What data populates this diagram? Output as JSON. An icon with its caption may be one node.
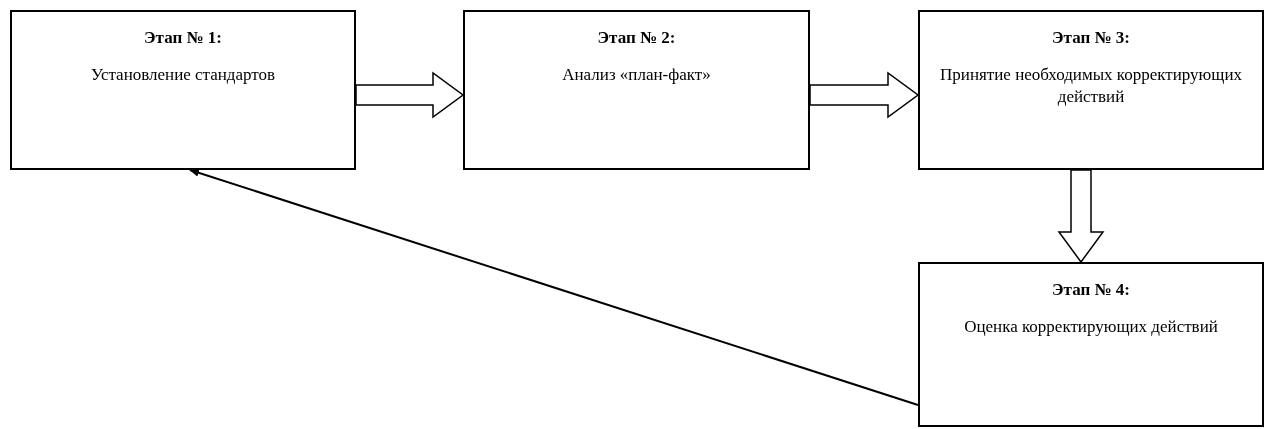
{
  "diagram": {
    "nodes": [
      {
        "text": [
          "Этап № 1:",
          "Установление стандартов"
        ]
      },
      {
        "text": [
          "Этап № 2:",
          "Анализ «план-факт»"
        ]
      },
      {
        "text": [
          "Этап № 3:",
          "Принятие необходимых корректирующих действий"
        ]
      },
      {
        "text": [
          "Этап № 4:",
          "Оценка корректирующих действий"
        ]
      }
    ],
    "edges": [
      {
        "from": 0,
        "to": 1,
        "arrow": "to",
        "style": "thick"
      },
      {
        "from": 1,
        "to": 2,
        "arrow": "to",
        "style": "thick"
      },
      {
        "from": 2,
        "to": 3,
        "arrow": "to",
        "style": "thick"
      },
      {
        "from": 3,
        "to": 0,
        "arrow": "to"
      }
    ]
  }
}
